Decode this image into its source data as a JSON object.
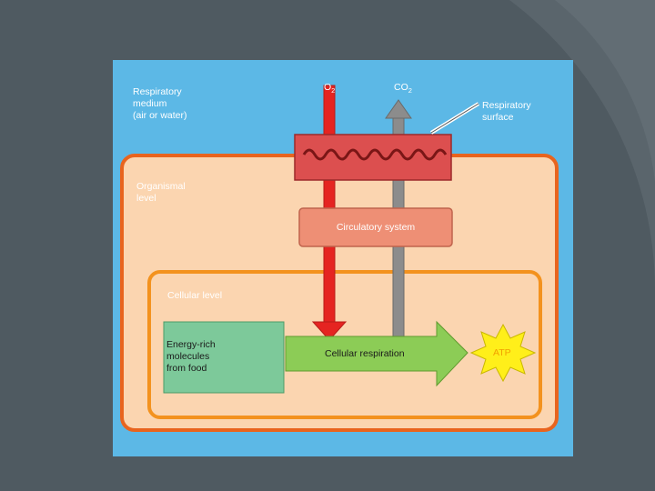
{
  "diagram": {
    "respiratory_medium": "Respiratory\nmedium\n(air or water)",
    "o2": {
      "base": "O",
      "sub": "2"
    },
    "co2": {
      "base": "CO",
      "sub": "2"
    },
    "respiratory_surface": "Respiratory\nsurface",
    "organismal_level": "Organismal\nlevel",
    "circulatory_system": "Circulatory system",
    "cellular_level": "Cellular level",
    "energy_rich": "Energy-rich\nmolecules\nfrom food",
    "cellular_respiration": "Cellular respiration",
    "atp": "ATP"
  },
  "colors": {
    "slide_background": "#4f5a61",
    "medium_blue": "#5cb8e6",
    "organism_fill": "#fbd5b0",
    "organism_border": "#e8641e",
    "cell_border": "#f3921e",
    "respiratory_surface": "#dc4f4f",
    "circulatory_box": "#ee8f75",
    "o2_arrow": "#e52421",
    "co2_arrow": "#8c8c8c",
    "food_box": "#7dc99a",
    "respiration_arrow": "#8ccc56",
    "atp_burst": "#ffef1a"
  }
}
